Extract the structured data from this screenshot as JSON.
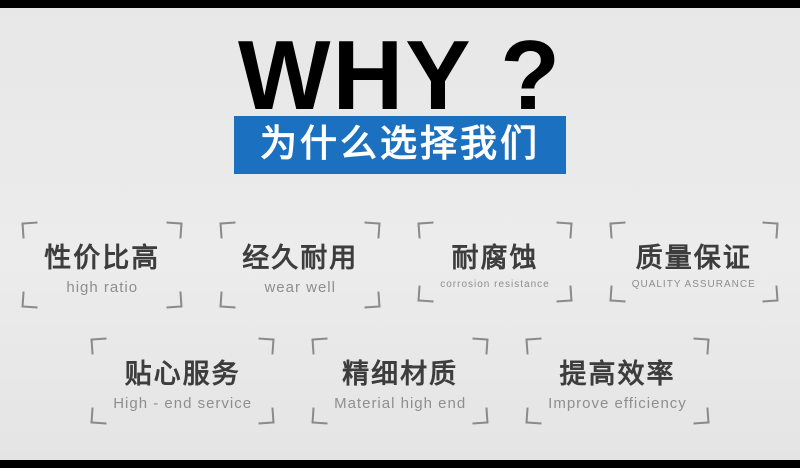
{
  "hero": {
    "title_en": "WHY ?",
    "title_cn": "为什么选择我们"
  },
  "features": {
    "row1": [
      {
        "cn": "性价比高",
        "en": "high ratio"
      },
      {
        "cn": "经久耐用",
        "en": "wear well"
      },
      {
        "cn": "耐腐蚀",
        "en": "corrosion resistance"
      },
      {
        "cn": "质量保证",
        "en": "QUALITY ASSURANCE"
      }
    ],
    "row2": [
      {
        "cn": "贴心服务",
        "en": "High - end service"
      },
      {
        "cn": "精细材质",
        "en": "Material high end"
      },
      {
        "cn": "提高效率",
        "en": "Improve efficiency"
      }
    ]
  },
  "colors": {
    "banner_blue": "#1b70c0",
    "background_gray": "#eaeaea",
    "bar_black": "#000000",
    "bracket_gray": "#8a8a8a"
  }
}
